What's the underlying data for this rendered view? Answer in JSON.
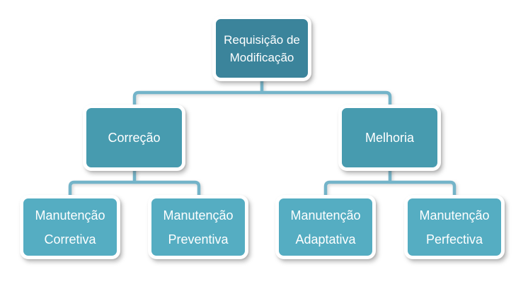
{
  "diagram": {
    "type": "hierarchy-org-chart",
    "colors": {
      "root_fill": "#3B849B",
      "level2_fill": "#479BAF",
      "level3_fill": "#55ADC2",
      "connector": "#74B4C9",
      "node_border": "#FFFFFF",
      "text_color": "#FFFFFF",
      "background": "#FFFFFF"
    },
    "nodes": {
      "requisicao": {
        "line1": "Requisição de",
        "line2": "Modificação"
      },
      "correcao": {
        "line1": "Correção"
      },
      "melhoria": {
        "line1": "Melhoria"
      },
      "corretiva": {
        "line1": "Manutenção",
        "line2": "Corretiva"
      },
      "preventiva": {
        "line1": "Manutenção",
        "line2": "Preventiva"
      },
      "adaptativa": {
        "line1": "Manutenção",
        "line2": "Adaptativa"
      },
      "perfectiva": {
        "line1": "Manutenção",
        "line2": "Perfectiva"
      }
    },
    "structure": {
      "root": "requisicao",
      "children": {
        "requisicao": [
          "correcao",
          "melhoria"
        ],
        "correcao": [
          "corretiva",
          "preventiva"
        ],
        "melhoria": [
          "adaptativa",
          "perfectiva"
        ]
      }
    }
  }
}
